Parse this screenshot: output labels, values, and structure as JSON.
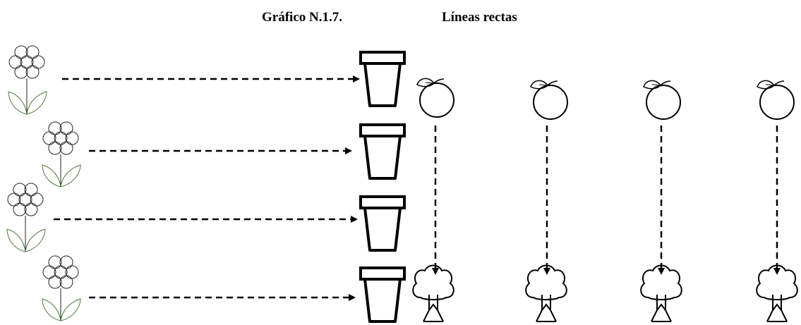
{
  "figure": {
    "number_label": "Gráfico N.1.7.",
    "title": "Líneas rectas"
  },
  "scene": {
    "icons": {
      "flower": "flower-icon",
      "pot": "flower-pot-icon",
      "fruit": "orange-fruit-icon",
      "tree": "tree-icon"
    },
    "horizontal_rows": 4,
    "vertical_columns": 4,
    "line_style": "dashed-arrow",
    "stroke_color": "#000000",
    "leaf_accent_color": "#4a7a3a"
  }
}
